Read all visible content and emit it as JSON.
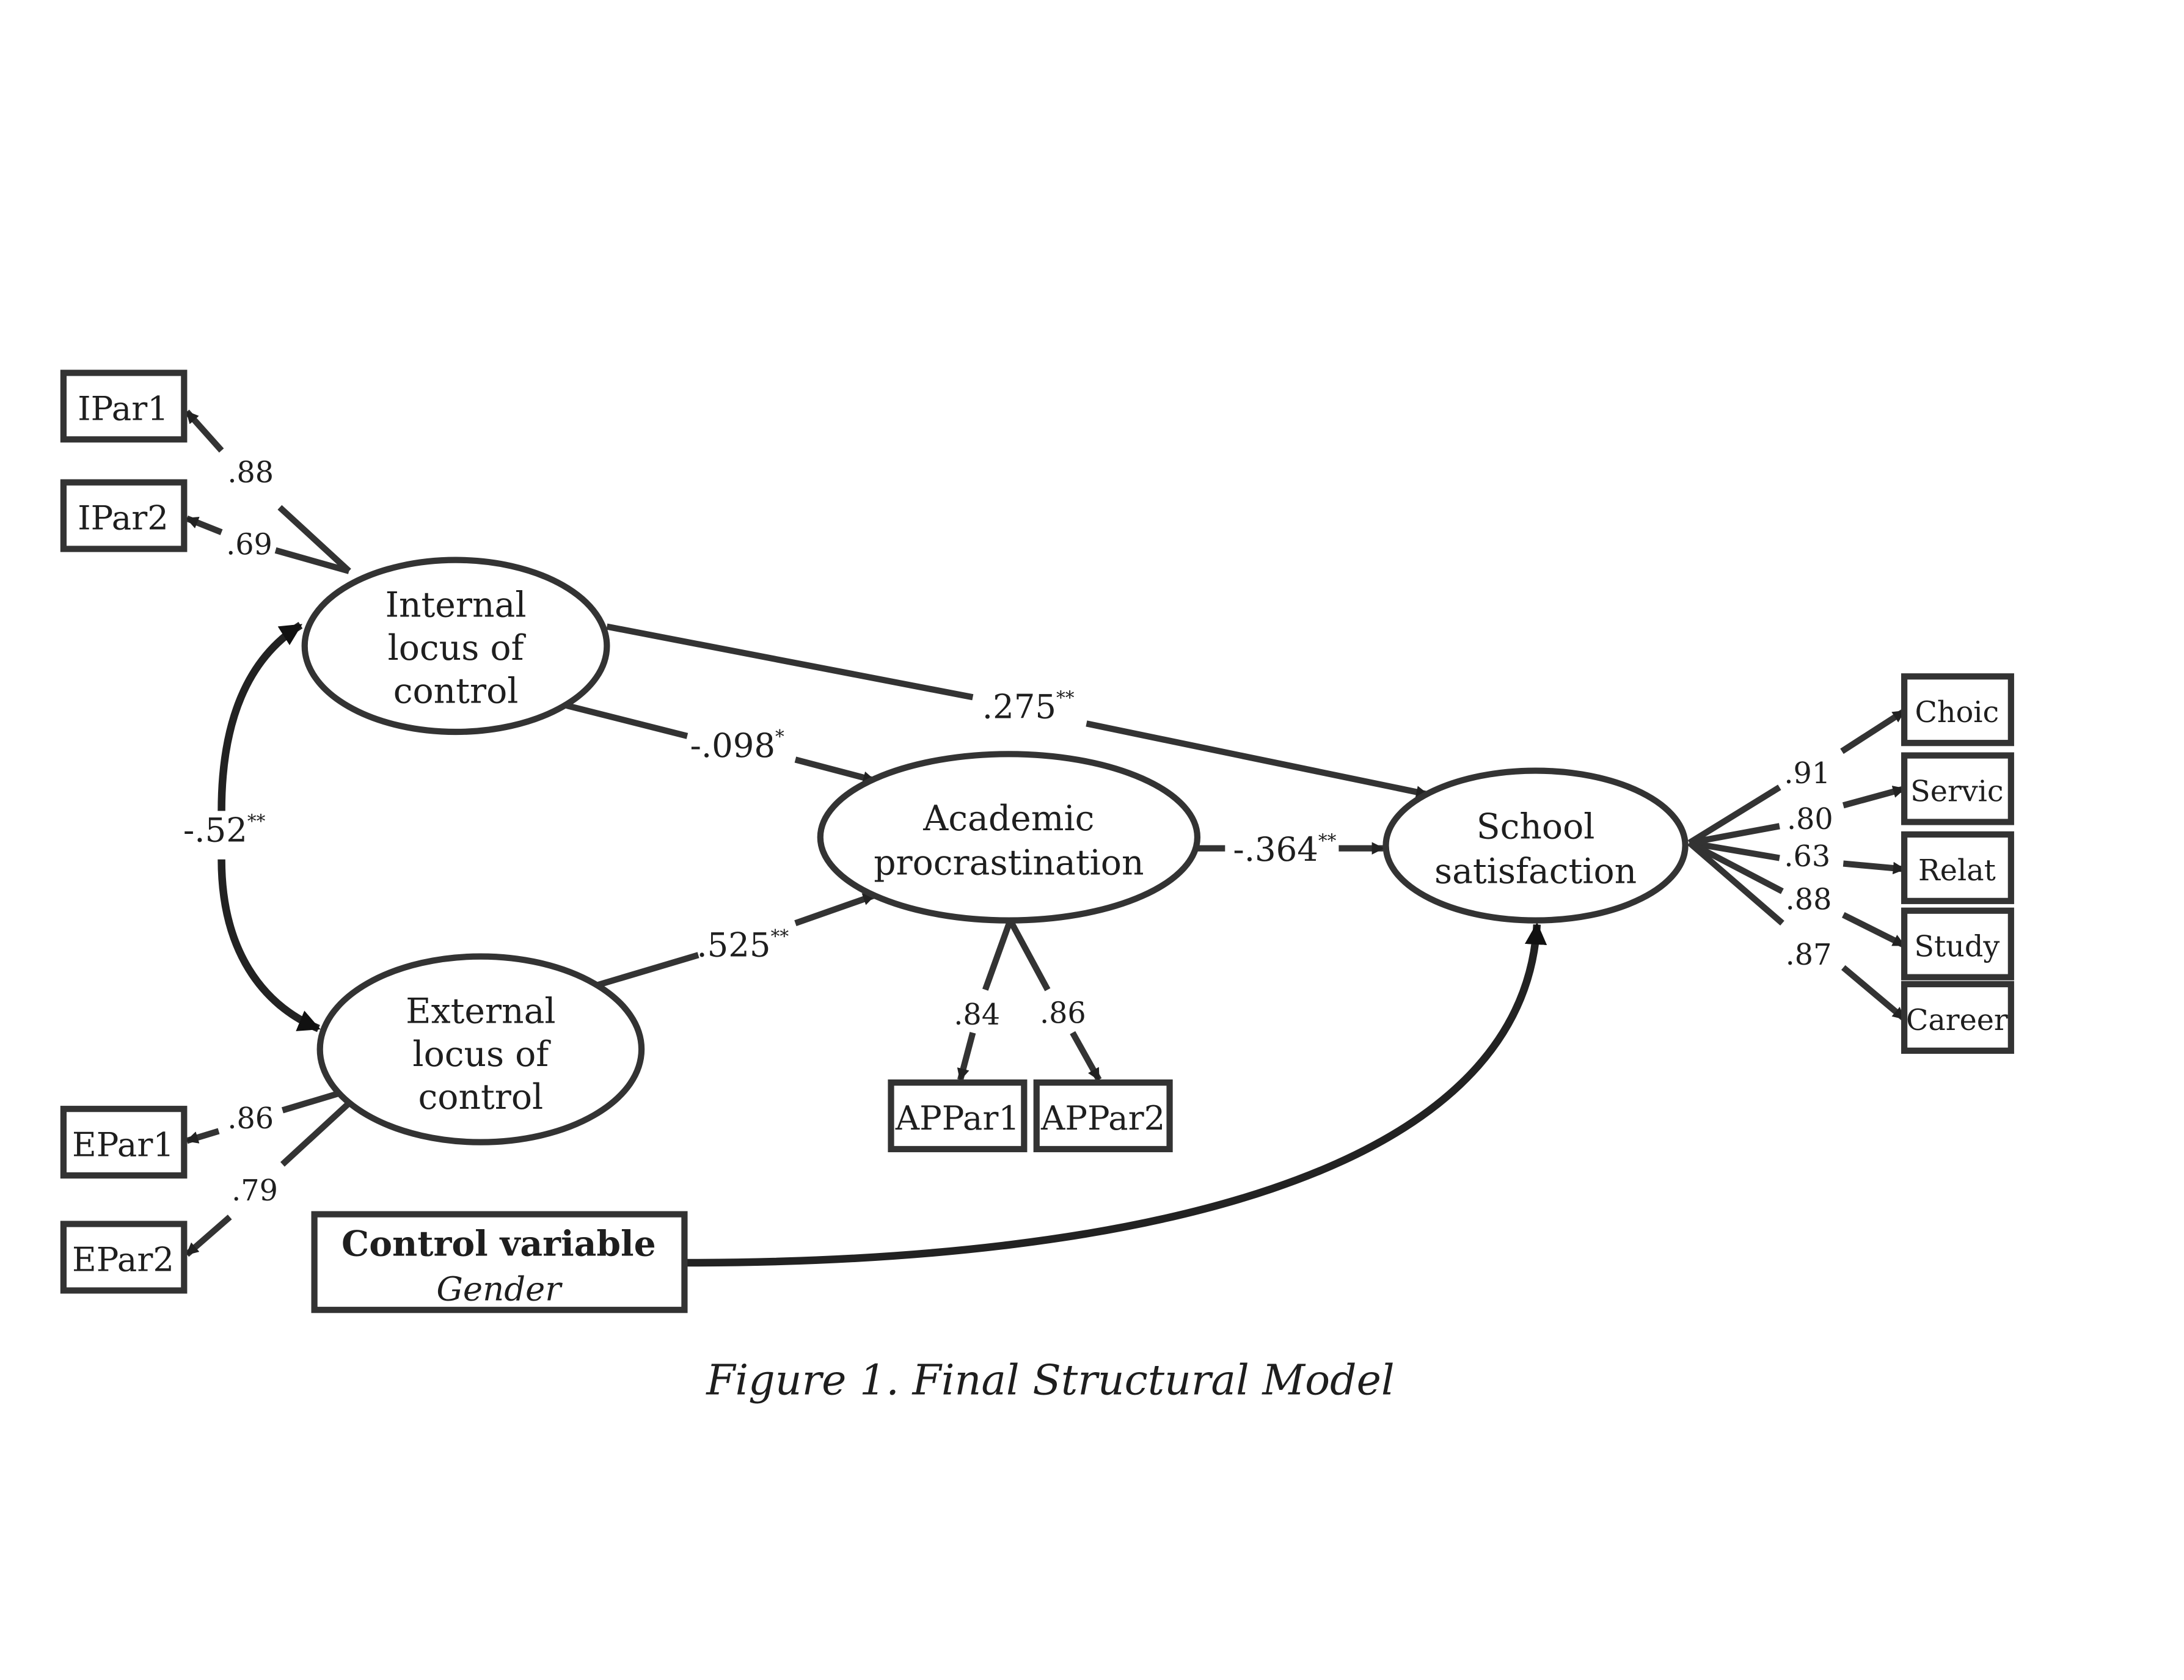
{
  "figure": {
    "caption": "Figure 1. Final Structural Model"
  },
  "nodes": {
    "internal_loc": {
      "lines": [
        "Internal",
        "locus of",
        "control"
      ]
    },
    "external_loc": {
      "lines": [
        "External",
        "locus of",
        "control"
      ]
    },
    "academic_proc": {
      "lines": [
        "Academic",
        "procrastination"
      ]
    },
    "school_sat": {
      "lines": [
        "School",
        "satisfaction"
      ]
    },
    "control_var": {
      "title": "Control variable",
      "subtitle": "Gender"
    }
  },
  "indicators": {
    "ipar1": "IPar1",
    "ipar2": "IPar2",
    "epar1": "EPar1",
    "epar2": "EPar2",
    "appar1": "APPar1",
    "appar2": "APPar2",
    "choic": "Choic",
    "servic": "Servic",
    "relat": "Relat",
    "study": "Study",
    "career": "Career"
  },
  "loadings": {
    "ipar1": ".88",
    "ipar2": ".69",
    "epar1": ".86",
    "epar2": ".79",
    "appar1": ".84",
    "appar2": ".86",
    "choic": ".91",
    "servic": ".80",
    "relat": ".63",
    "study": ".88",
    "career": ".87"
  },
  "paths": {
    "internal_to_school": {
      "value": ".275",
      "sig": "**"
    },
    "internal_to_academic": {
      "value": "-.098",
      "sig": "*"
    },
    "external_to_academic": {
      "value": ".525",
      "sig": "**"
    },
    "academic_to_school": {
      "value": "-.364",
      "sig": "**"
    },
    "internal_external_cov": {
      "value": "-.52",
      "sig": "**"
    }
  },
  "colors": {
    "stroke": "#333333",
    "text": "#1e1e1e",
    "background": "#ffffff"
  }
}
